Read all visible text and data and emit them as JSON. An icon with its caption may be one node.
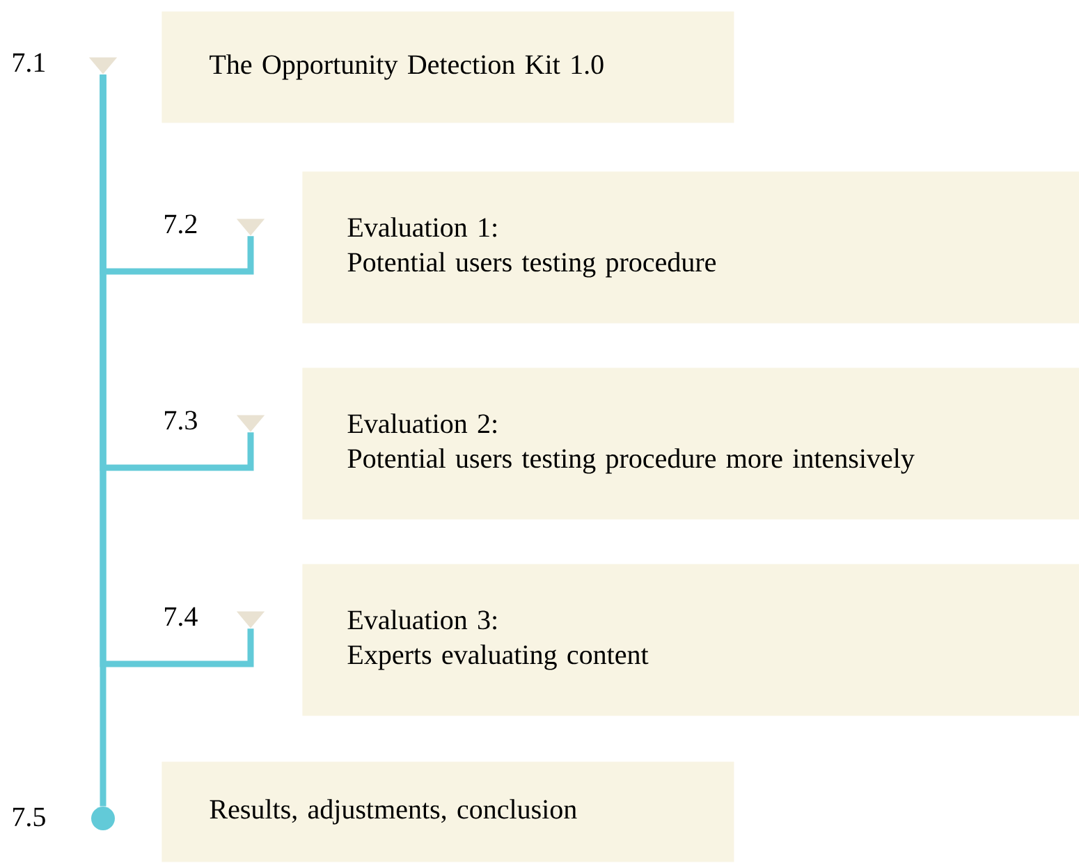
{
  "diagram": {
    "nodes": [
      {
        "text": [
          "The Opportunity Detection Kit 1.0"
        ]
      },
      {
        "text": [
          "Evaluation 1:",
          "Potential users testing procedure"
        ]
      },
      {
        "text": [
          "Evaluation 2:",
          "Potential users testing procedure more intensively"
        ]
      },
      {
        "text": [
          "Evaluation 3:",
          "Experts evaluating content"
        ]
      },
      {
        "text": [
          "Results, adjustments, conclusion"
        ]
      },
      {
        "text": [],
        "shape": "triangle"
      },
      {
        "text": [],
        "shape": "triangle"
      },
      {
        "text": [],
        "shape": "triangle"
      },
      {
        "text": [],
        "shape": "triangle"
      },
      {
        "text": [],
        "shape": "circle"
      }
    ],
    "edges": [
      {
        "from": 5,
        "to": 9,
        "arrow": "none"
      },
      {
        "from": 5,
        "to": 6,
        "arrow": "none"
      },
      {
        "from": 5,
        "to": 7,
        "arrow": "none"
      },
      {
        "from": 5,
        "to": 8,
        "arrow": "none"
      }
    ],
    "labels": [
      "7.1",
      "7.2",
      "7.3",
      "7.4",
      "7.5"
    ]
  }
}
